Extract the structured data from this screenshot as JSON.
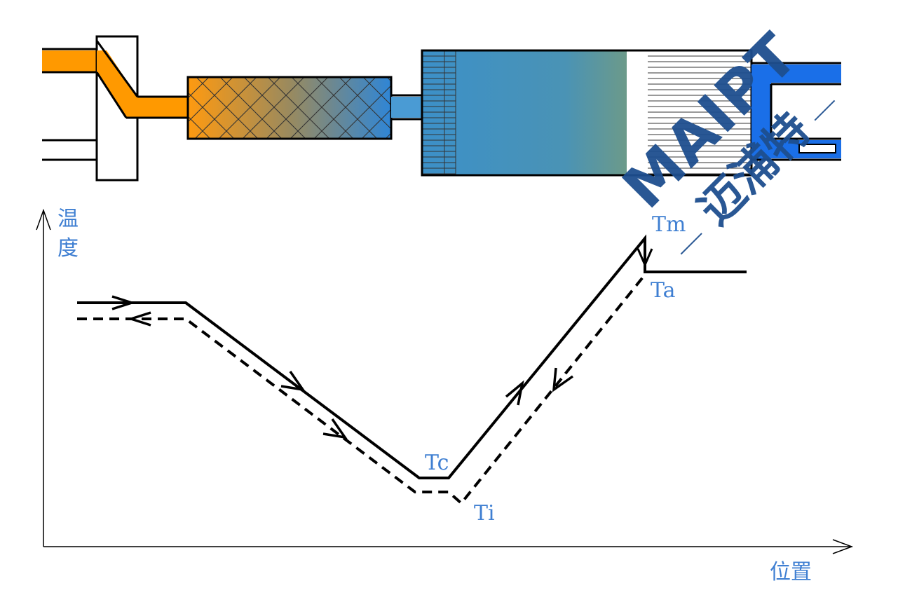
{
  "axes": {
    "y_label_1": "温",
    "y_label_2": "度",
    "x_label": "位置"
  },
  "curve_labels": {
    "tm": "Tm",
    "ta": "Ta",
    "tc": "Tc",
    "ti": "Ti"
  },
  "watermark": {
    "latin": "MAIPT",
    "chinese": "迈浦特"
  },
  "colors": {
    "melt_orange": "#ff9900",
    "cool_blue": "#1a6fe8",
    "label_blue": "#3f7fd2",
    "watermark_blue": "#1e4f8f",
    "line_black": "#000000"
  }
}
